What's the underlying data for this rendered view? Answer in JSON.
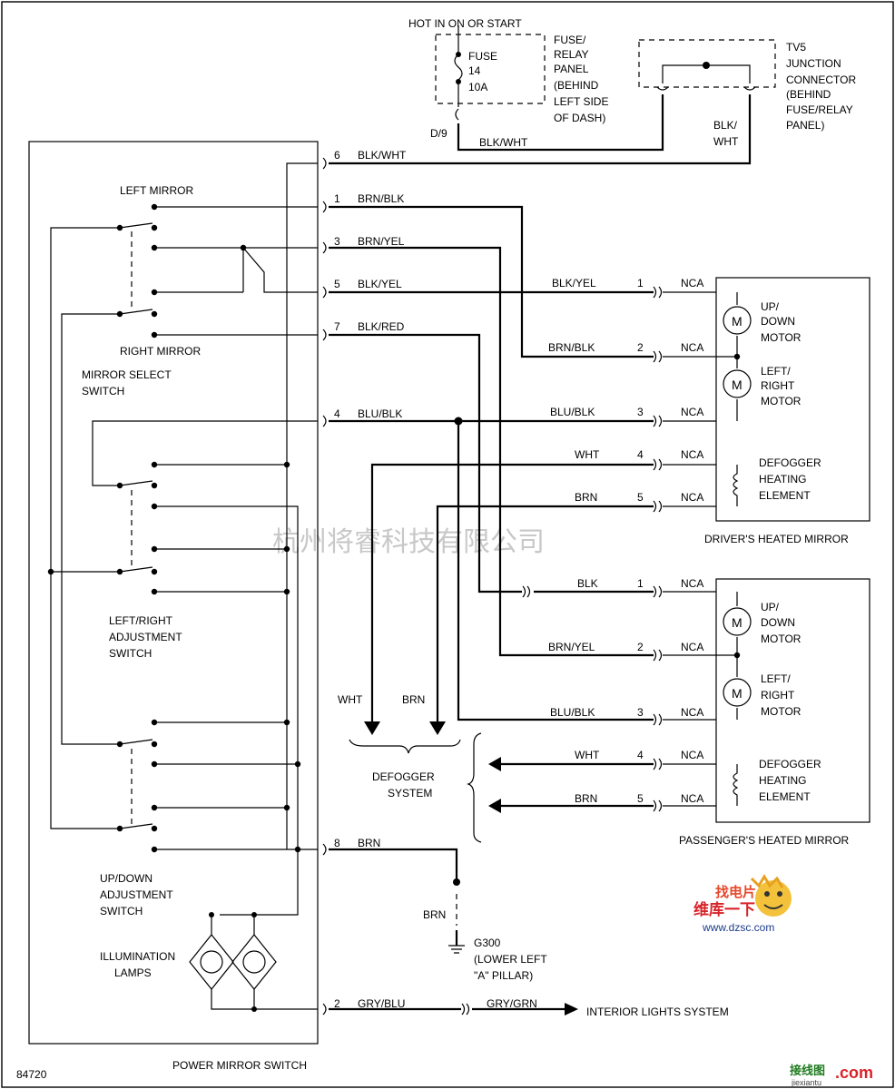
{
  "power_mirror_switch": {
    "title": "POWER MIRROR SWITCH",
    "left_mirror": "LEFT MIRROR",
    "right_mirror": "RIGHT MIRROR",
    "mirror_select_switch": [
      "MIRROR SELECT",
      "SWITCH"
    ],
    "left_right_adjustment_switch": [
      "LEFT/RIGHT",
      "ADJUSTMENT",
      "SWITCH"
    ],
    "up_down_adjustment_switch": [
      "UP/DOWN",
      "ADJUSTMENT",
      "SWITCH"
    ],
    "illumination_lamps": [
      "ILLUMINATION",
      "LAMPS"
    ]
  },
  "switch_pins": [
    {
      "pin": "6",
      "wire": "BLK/WHT"
    },
    {
      "pin": "1",
      "wire": "BRN/BLK"
    },
    {
      "pin": "3",
      "wire": "BRN/YEL"
    },
    {
      "pin": "5",
      "wire": "BLK/YEL"
    },
    {
      "pin": "7",
      "wire": "BLK/RED"
    },
    {
      "pin": "4",
      "wire": "BLU/BLK"
    },
    {
      "pin": "8",
      "wire": "BRN"
    },
    {
      "pin": "2",
      "wire": "GRY/BLU"
    }
  ],
  "fuse": {
    "hot_label": "HOT IN ON OR START",
    "name": "FUSE",
    "number": "14",
    "rating": "10A",
    "panel_label": [
      "FUSE/",
      "RELAY",
      "PANEL",
      "(BEHIND",
      "LEFT SIDE",
      "OF DASH)"
    ],
    "pin": "D/9",
    "wire": "BLK/WHT"
  },
  "junction": {
    "label": [
      "TV5",
      "JUNCTION",
      "CONNECTOR",
      "(BEHIND",
      "FUSE/RELAY",
      "PANEL)"
    ],
    "wire": [
      "BLK/",
      "WHT"
    ]
  },
  "drivers_mirror": {
    "title": "DRIVER'S HEATED MIRROR",
    "connector": "NCA",
    "pins": [
      {
        "pin": "1",
        "wire": "BLK/YEL"
      },
      {
        "pin": "2",
        "wire": "BRN/BLK"
      },
      {
        "pin": "3",
        "wire": "BLU/BLK"
      },
      {
        "pin": "4",
        "wire": "WHT"
      },
      {
        "pin": "5",
        "wire": "BRN"
      }
    ],
    "up_down_motor": [
      "UP/",
      "DOWN",
      "MOTOR"
    ],
    "left_right_motor": [
      "LEFT/",
      "RIGHT",
      "MOTOR"
    ],
    "defogger": [
      "DEFOGGER",
      "HEATING",
      "ELEMENT"
    ],
    "motor_symbol": "M"
  },
  "passengers_mirror": {
    "title": "PASSENGER'S HEATED MIRROR",
    "connector": "NCA",
    "pins": [
      {
        "pin": "1",
        "wire": "BLK"
      },
      {
        "pin": "2",
        "wire": "BRN/YEL"
      },
      {
        "pin": "3",
        "wire": "BLU/BLK"
      },
      {
        "pin": "4",
        "wire": "WHT"
      },
      {
        "pin": "5",
        "wire": "BRN"
      }
    ],
    "up_down_motor": [
      "UP/",
      "DOWN",
      "MOTOR"
    ],
    "left_right_motor": [
      "LEFT/",
      "RIGHT",
      "MOTOR"
    ],
    "defogger": [
      "DEFOGGER",
      "HEATING",
      "ELEMENT"
    ],
    "motor_symbol": "M"
  },
  "defogger_system": {
    "label": [
      "DEFOGGER",
      "SYSTEM"
    ],
    "wht": "WHT",
    "brn": "BRN"
  },
  "ground": {
    "wire": "BRN",
    "label": [
      "G300",
      "(LOWER LEFT",
      "\"A\" PILLAR)"
    ]
  },
  "interior": {
    "wire": "GRY/GRN",
    "label": "INTERIOR LIGHTS SYSTEM"
  },
  "diagram_number": "84720",
  "watermark": "杭州将睿科技有限公司",
  "logo": {
    "top": "找电片",
    "mid": "维库一下",
    "url": "www.dzsc.com",
    "bottom": "接线图",
    "bottom_url": "jiexiantu",
    "com": ".com"
  }
}
